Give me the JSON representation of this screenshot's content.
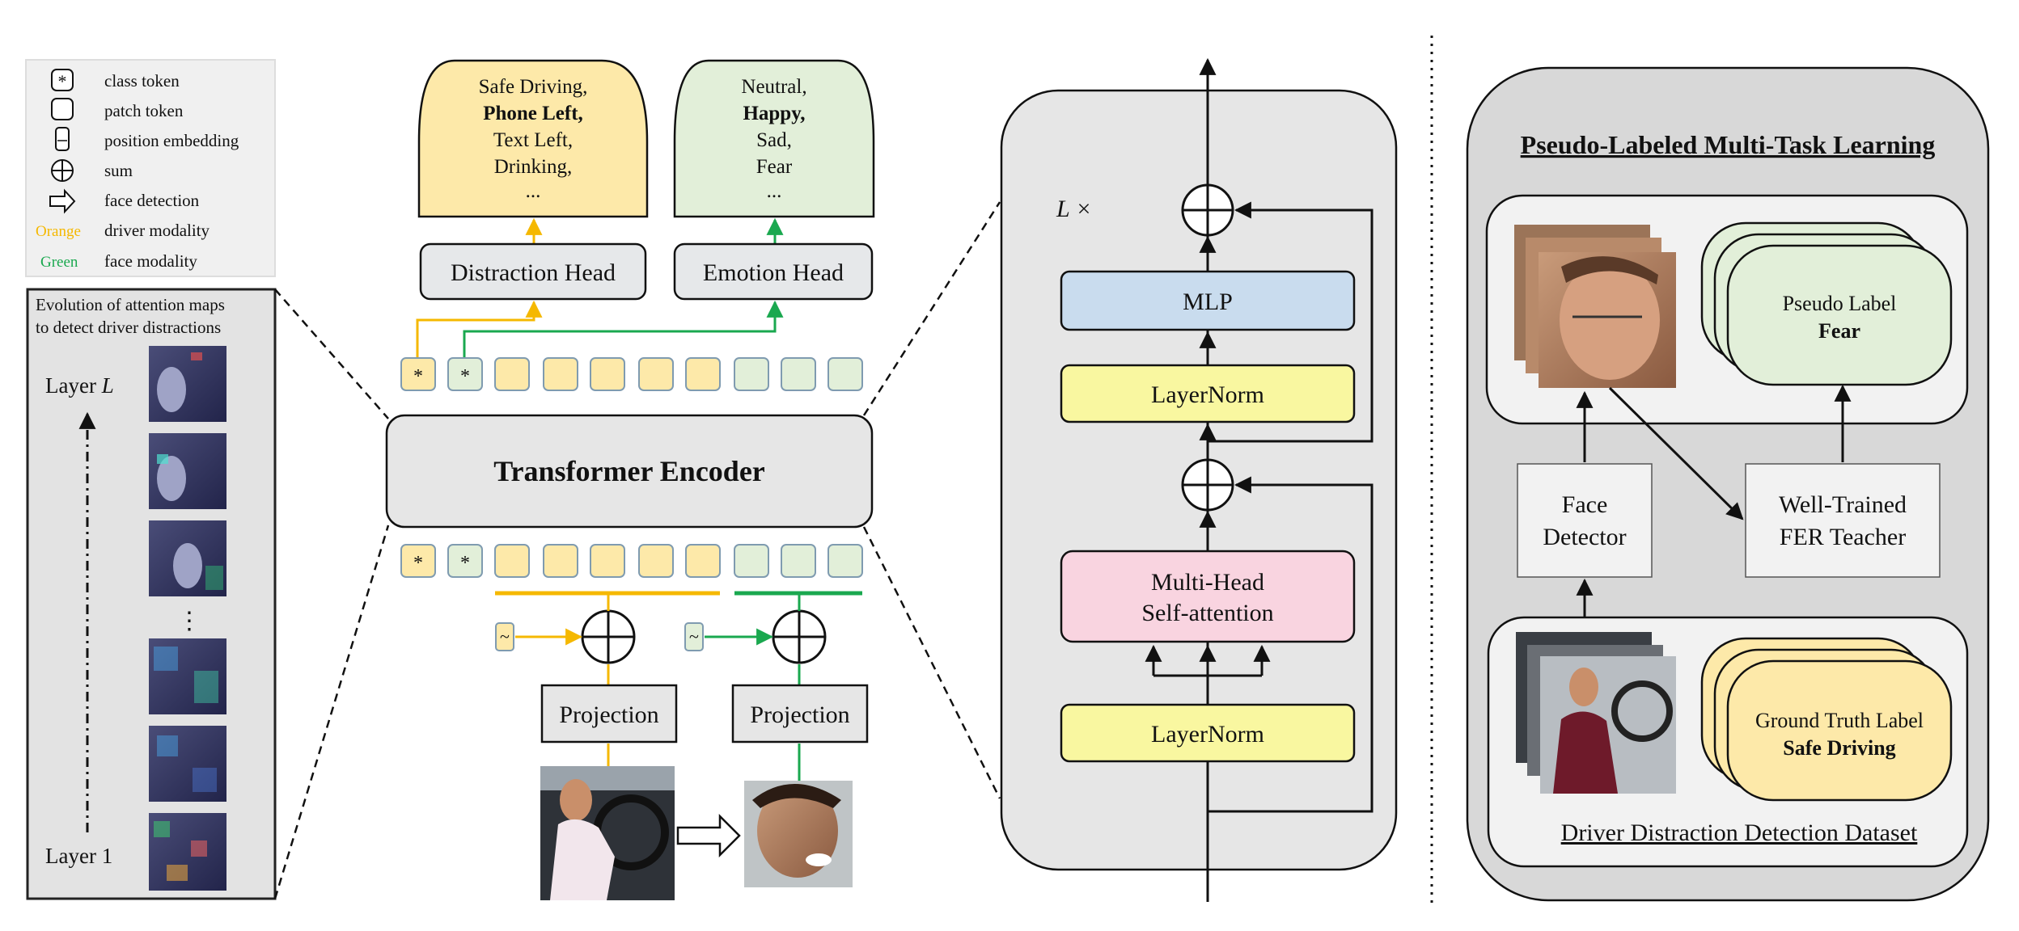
{
  "legend": {
    "items": [
      {
        "icon": "class-token-icon",
        "label": "class token"
      },
      {
        "icon": "patch-token-icon",
        "label": "patch token"
      },
      {
        "icon": "position-embedding-icon",
        "label": "position embedding"
      },
      {
        "icon": "sum-icon",
        "label": "sum"
      },
      {
        "icon": "face-detection-arrow-icon",
        "label": "face detection"
      }
    ],
    "orange_key": "Orange",
    "orange_label": "driver modality",
    "green_key": "Green",
    "green_label": "face modality",
    "star": "*"
  },
  "attention_panel": {
    "title_line1": "Evolution of attention maps",
    "title_line2": "to detect driver distractions",
    "layer_top": "Layer ",
    "layer_top_var": "L",
    "layer_bottom": "Layer 1",
    "ellipsis": "⋮"
  },
  "outputs": {
    "distraction": {
      "lines": [
        "Safe Driving,",
        "Phone Left,",
        "Text Left,",
        "Drinking,",
        "..."
      ],
      "bold_index": 1,
      "head_label": "Distraction Head"
    },
    "emotion": {
      "lines": [
        "Neutral,",
        "Happy,",
        "Sad,",
        "Fear",
        "..."
      ],
      "bold_index": 1,
      "head_label": "Emotion Head"
    }
  },
  "encoder": {
    "label": "Transformer Encoder",
    "star": "*",
    "pos_symbol": "~"
  },
  "projection": {
    "left_label": "Projection",
    "right_label": "Projection"
  },
  "transformer_block": {
    "repeat_label": "L ×",
    "mlp": "MLP",
    "layernorm_top": "LayerNorm",
    "mhsa_line1": "Multi-Head",
    "mhsa_line2": "Self-attention",
    "layernorm_bottom": "LayerNorm"
  },
  "pseudo_panel": {
    "title": "Pseudo-Labeled Multi-Task Learning",
    "pseudo_label_line1": "Pseudo Label",
    "pseudo_label_line2": "Fear",
    "face_detector_line1": "Face",
    "face_detector_line2": "Detector",
    "fer_teacher_line1": "Well-Trained",
    "fer_teacher_line2": "FER Teacher",
    "gt_label_line1": "Ground Truth Label",
    "gt_label_line2": "Safe Driving",
    "dataset_label": "Driver Distraction Detection Dataset"
  },
  "colors": {
    "orange": "#f5b800",
    "orange_fill": "#fde9a9",
    "green": "#1aa84f",
    "green_fill": "#e2efd9",
    "grey_panel": "#e6e6e6",
    "blue_fill": "#c9dcee",
    "yellow_fill": "#f9f7a0",
    "pink_fill": "#f9d4e0"
  }
}
